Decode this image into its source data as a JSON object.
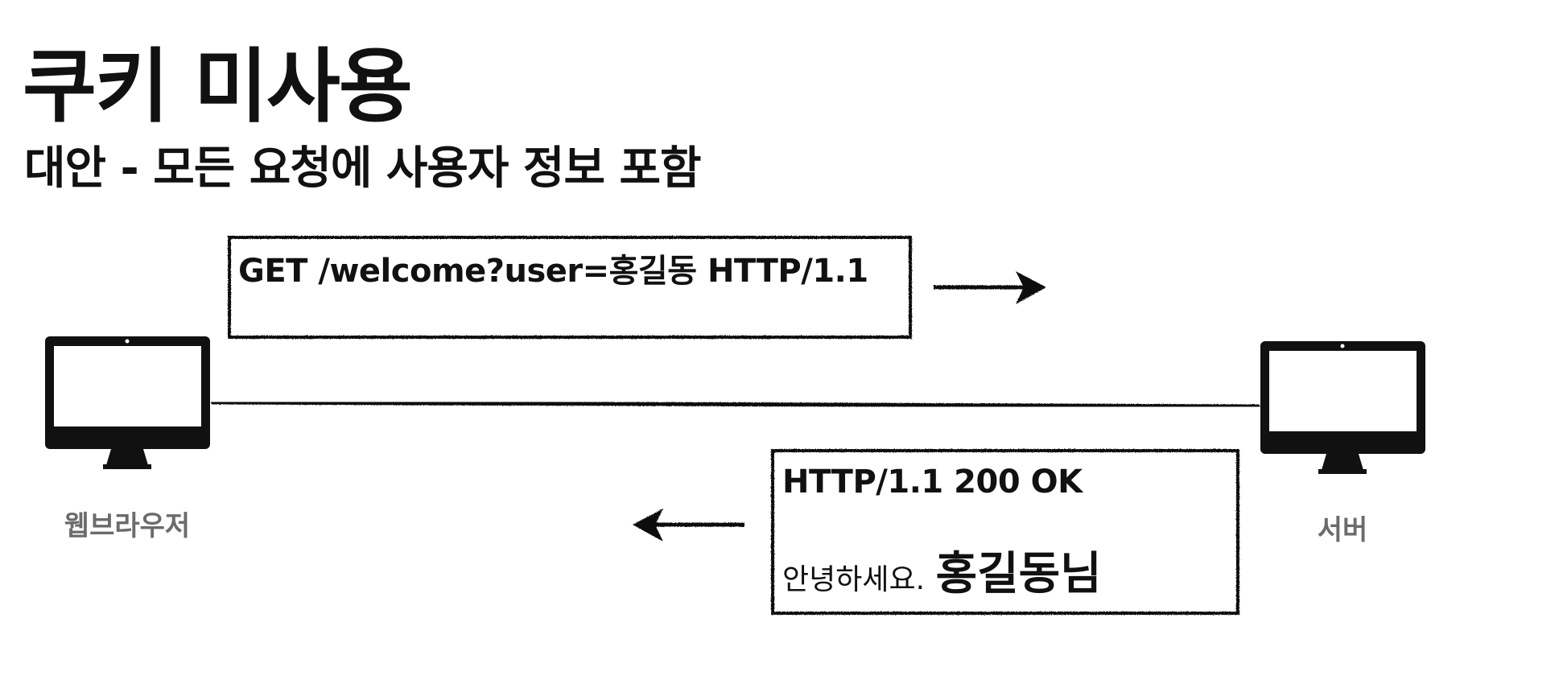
{
  "title": "쿠키 미사용",
  "subtitle": "대안 - 모든 요청에 사용자 정보 포함",
  "client": {
    "label": "웹브라우저",
    "icon": "monitor-icon"
  },
  "server": {
    "label": "서버",
    "icon": "monitor-icon"
  },
  "request": {
    "line1": "GET /welcome?user=홍길동 HTTP/1.1"
  },
  "response": {
    "status_line": "HTTP/1.1 200 OK",
    "body_prefix": "안녕하세요.",
    "body_name": "홍길동님"
  },
  "colors": {
    "ink": "#111111",
    "label": "#6b6b6b",
    "background": "#ffffff"
  }
}
